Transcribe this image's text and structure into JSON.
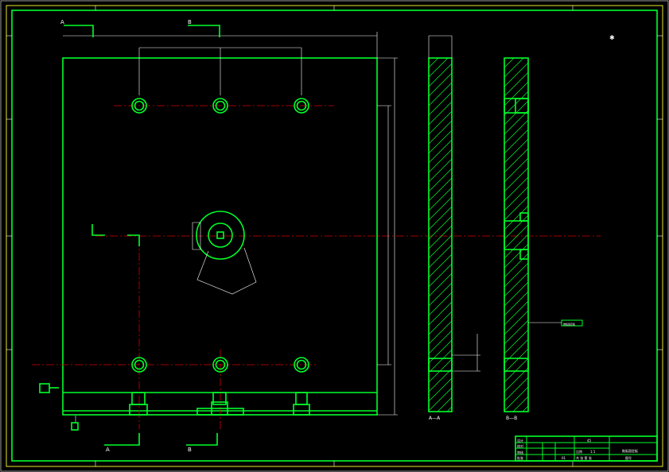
{
  "drawing": {
    "section_markers": {
      "top_left": "A",
      "top_right": "B",
      "bottom_left": "A",
      "bottom_right": "B"
    },
    "section_labels": {
      "aa": "A—A",
      "bb": "B—B"
    },
    "roughness_symbol": "✱",
    "title_block": {
      "rows": [
        [
          "设计",
          "",
          "",
          "",
          "",
          ""
        ],
        [
          "校对",
          "",
          "",
          "",
          "",
          ""
        ],
        [
          "审核",
          "",
          "",
          "",
          "",
          ""
        ],
        [
          "批准",
          "",
          "",
          "",
          "",
          ""
        ]
      ],
      "material": "45",
      "scale_label": "比例",
      "scale_value": "1:1",
      "sheet_label": "共 张 第 张",
      "part_name": "推板固定板",
      "company": "图号",
      "count": "01"
    },
    "leader_label": "推板固定板"
  },
  "colors": {
    "line": "#00ff2a",
    "center": "#d40000",
    "dimension": "#ffffff",
    "frame": "#e8e82a",
    "background": "#000000"
  }
}
